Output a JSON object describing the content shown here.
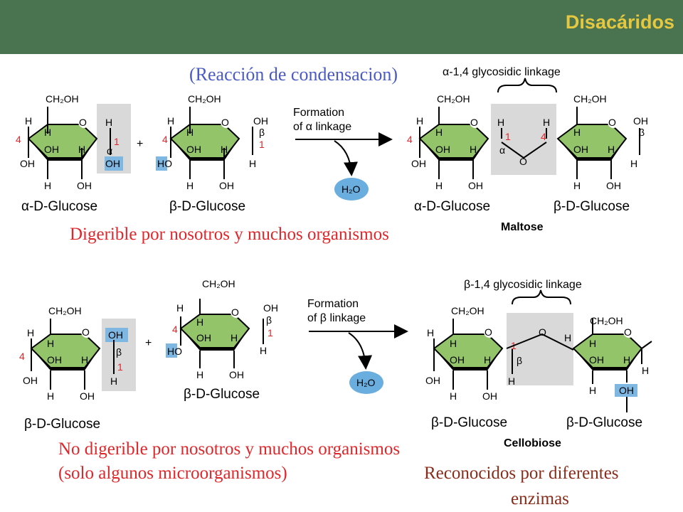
{
  "header": {
    "title": "Disacáridos"
  },
  "colors": {
    "header_bg": "#4a7350",
    "title": "#e6c840",
    "ring_fill": "#93c46a",
    "highlight_box": "#d9d9d9",
    "oh_highlight": "#7fb7e3",
    "water_drop": "#6aaee0",
    "red_text": "#e0262a",
    "blue_text": "#4a5bc4",
    "brown_text": "#8a2c1a"
  },
  "top": {
    "subtitle": "(Reacción de condensacion)",
    "linkage_label": "α-1,4 glycosidic linkage",
    "reaction_label_1": "Formation",
    "reaction_label_2": "of α linkage",
    "water": "H₂O",
    "plus": "+",
    "reactant_1": "α-D-Glucose",
    "reactant_2": "β-D-Glucose",
    "product_1": "α-D-Glucose",
    "product_2": "β-D-Glucose",
    "product_name": "Maltose",
    "note": "Digerible por nosotros y muchos organismos"
  },
  "bottom": {
    "linkage_label": "β-1,4 glycosidic linkage",
    "reaction_label_1": "Formation",
    "reaction_label_2": "of β linkage",
    "water": "H₂O",
    "plus": "+",
    "reactant_1": "β-D-Glucose",
    "reactant_2": "β-D-Glucose",
    "product_1": "β-D-Glucose",
    "product_2": "β-D-Glucose",
    "product_name": "Cellobiose",
    "note_line_1": "No digerible por nosotros y muchos organismos",
    "note_line_2": "(solo algunos microorganismos)"
  },
  "enzymes_note": {
    "line_1": "Reconocidos por diferentes",
    "line_2": "enzimas"
  },
  "atoms": {
    "ch2oh": "CH₂OH",
    "h": "H",
    "o": "O",
    "oh": "OH",
    "ho": "HO",
    "alpha": "α",
    "beta": "β",
    "c1": "1",
    "c4": "4"
  }
}
